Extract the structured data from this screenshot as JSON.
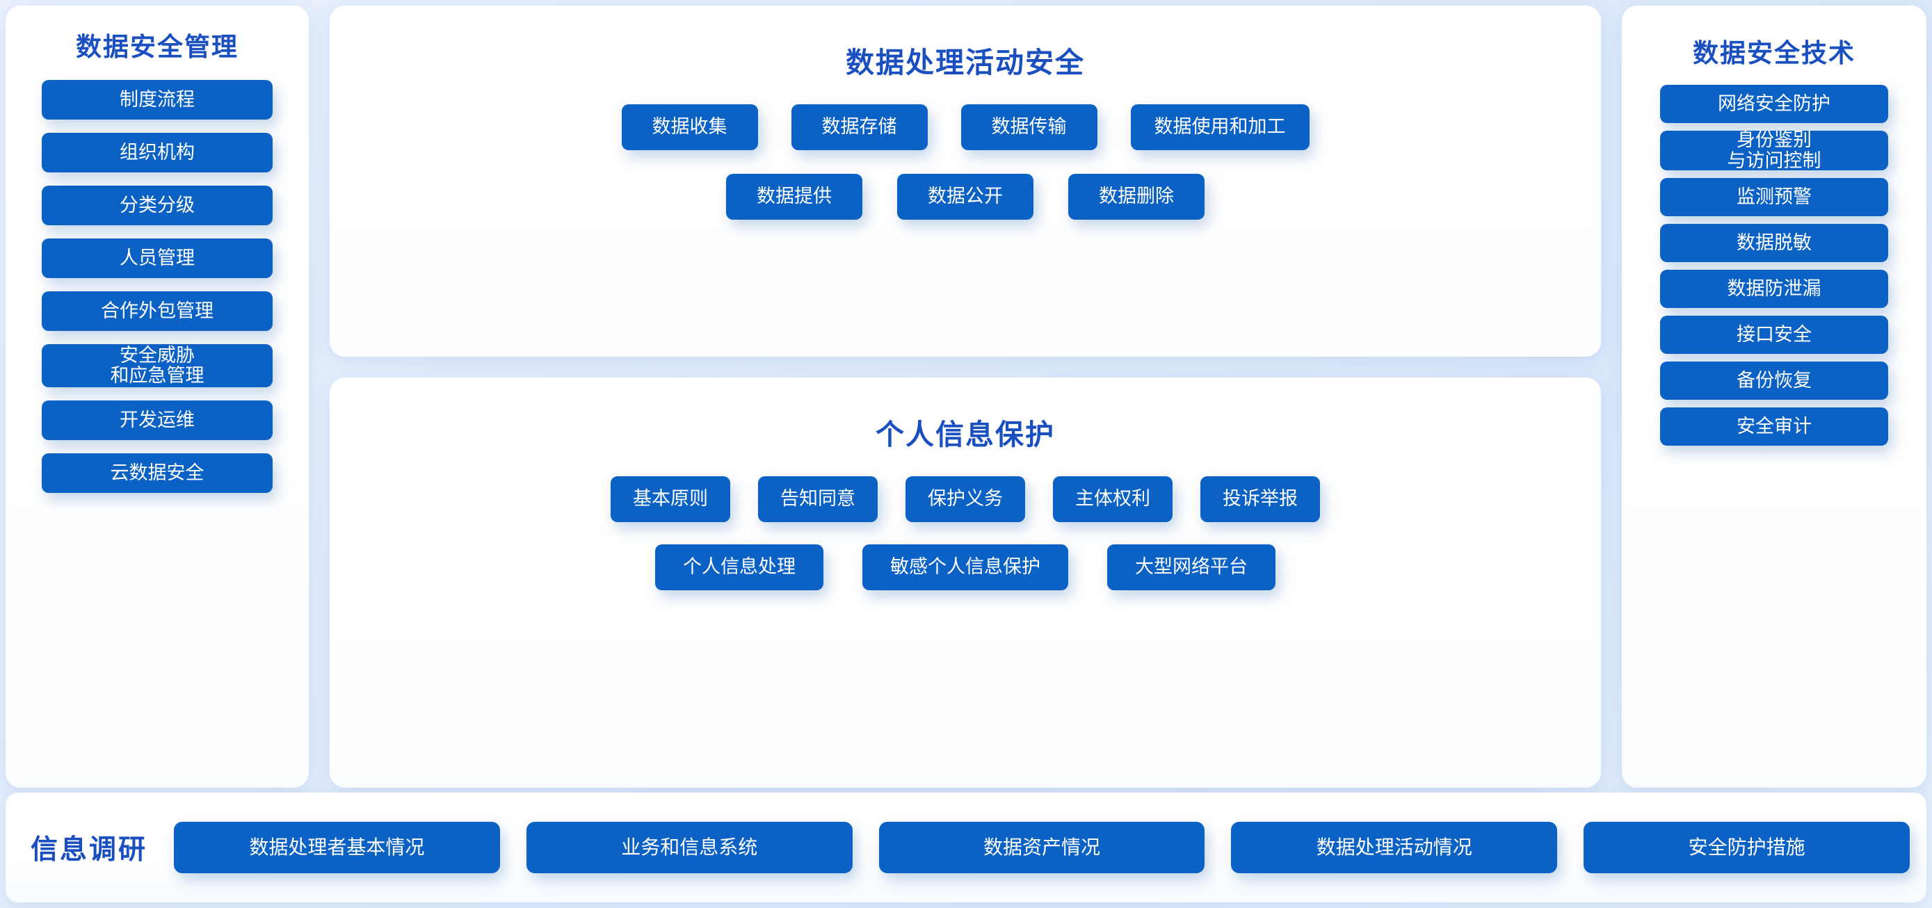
{
  "colors": {
    "chip_blue": "#0b62c4",
    "title_blue": "#1a4fc0",
    "panel_white": "#ffffff",
    "page_background": "#e6effc"
  },
  "left_panel": {
    "title": "数据安全管理",
    "items": [
      {
        "label": "制度流程",
        "lines": [
          "制度流程"
        ]
      },
      {
        "label": "组织机构",
        "lines": [
          "组织机构"
        ]
      },
      {
        "label": "分类分级",
        "lines": [
          "分类分级"
        ]
      },
      {
        "label": "人员管理",
        "lines": [
          "人员管理"
        ]
      },
      {
        "label": "合作外包管理",
        "lines": [
          "合作外包管理"
        ]
      },
      {
        "label": "安全威胁和应急管理",
        "lines": [
          "安全威胁",
          "和应急管理"
        ]
      },
      {
        "label": "开发运维",
        "lines": [
          "开发运维"
        ]
      },
      {
        "label": "云数据安全",
        "lines": [
          "云数据安全"
        ]
      }
    ]
  },
  "middle_top_panel": {
    "title": "数据处理活动安全",
    "row1": [
      {
        "label": "数据收集"
      },
      {
        "label": "数据存储"
      },
      {
        "label": "数据传输"
      },
      {
        "label": "数据使用和加工"
      }
    ],
    "row2": [
      {
        "label": "数据提供"
      },
      {
        "label": "数据公开"
      },
      {
        "label": "数据删除"
      }
    ]
  },
  "middle_bottom_panel": {
    "title": "个人信息保护",
    "row1": [
      {
        "label": "基本原则"
      },
      {
        "label": "告知同意"
      },
      {
        "label": "保护义务"
      },
      {
        "label": "主体权利"
      },
      {
        "label": "投诉举报"
      }
    ],
    "row2": [
      {
        "label": "个人信息处理"
      },
      {
        "label": "敏感个人信息保护"
      },
      {
        "label": "大型网络平台"
      }
    ]
  },
  "right_panel": {
    "title": "数据安全技术",
    "items": [
      {
        "label": "网络安全防护",
        "lines": [
          "网络安全防护"
        ]
      },
      {
        "label": "身份鉴别与访问控制",
        "lines": [
          "身份鉴别",
          "与访问控制"
        ]
      },
      {
        "label": "监测预警",
        "lines": [
          "监测预警"
        ]
      },
      {
        "label": "数据脱敏",
        "lines": [
          "数据脱敏"
        ]
      },
      {
        "label": "数据防泄漏",
        "lines": [
          "数据防泄漏"
        ]
      },
      {
        "label": "接口安全",
        "lines": [
          "接口安全"
        ]
      },
      {
        "label": "备份恢复",
        "lines": [
          "备份恢复"
        ]
      },
      {
        "label": "安全审计",
        "lines": [
          "安全审计"
        ]
      }
    ]
  },
  "bottom_bar": {
    "title": "信息调研",
    "items": [
      {
        "label": "数据处理者基本情况"
      },
      {
        "label": "业务和信息系统"
      },
      {
        "label": "数据资产情况"
      },
      {
        "label": "数据处理活动情况"
      },
      {
        "label": "安全防护措施"
      }
    ]
  }
}
